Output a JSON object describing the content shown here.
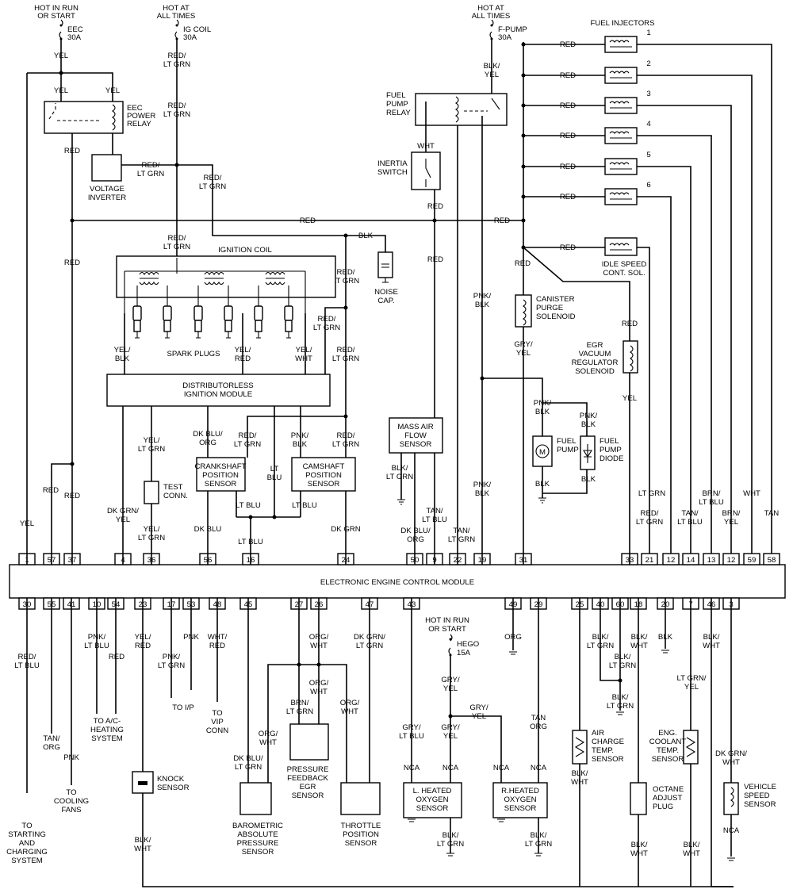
{
  "ecm": {
    "title": "ELECTRONIC ENGINE CONTROL MODULE"
  },
  "power": {
    "eec": {
      "source": [
        "HOT IN RUN",
        "OR START"
      ],
      "fuse": [
        "EEC",
        "30A"
      ]
    },
    "ig": {
      "source": [
        "HOT AT",
        "ALL TIMES"
      ],
      "fuse": [
        "IG COIL",
        "30A"
      ]
    },
    "fp": {
      "source": [
        "HOT AT",
        "ALL TIMES"
      ],
      "fuse": [
        "F-PUMP",
        "30A"
      ]
    },
    "hego": {
      "source": [
        "HOT IN RUN",
        "OR START"
      ],
      "fuse": [
        "HEGO",
        "15A"
      ]
    }
  },
  "components": {
    "eec_relay": [
      "EEC",
      "POWER",
      "RELAY"
    ],
    "voltage_inverter": [
      "VOLTAGE",
      "INVERTER"
    ],
    "fuel_pump_relay": [
      "FUEL",
      "PUMP",
      "RELAY"
    ],
    "inertia_switch": [
      "INERTIA",
      "SWITCH"
    ],
    "fuel_injectors": "FUEL INJECTORS",
    "idle_speed": [
      "IDLE SPEED",
      "CONT. SOL."
    ],
    "ignition_coil": "IGNITION COIL",
    "spark_plugs": "SPARK PLUGS",
    "noise_cap": [
      "NOISE",
      "CAP."
    ],
    "canister": [
      "CANISTER",
      "PURGE",
      "SOLENOID"
    ],
    "egr_vacuum": [
      "EGR",
      "VACUUM",
      "REGULATOR",
      "SOLENOID"
    ],
    "dis_module": [
      "DISTRIBUTORLESS",
      "IGNITION MODULE"
    ],
    "crank": [
      "CRANKSHAFT",
      "POSITION",
      "SENSOR"
    ],
    "cam": [
      "CAMSHAFT",
      "POSITION",
      "SENSOR"
    ],
    "test_conn": [
      "TEST",
      "CONN."
    ],
    "maf": [
      "MASS AIR",
      "FLOW",
      "SENSOR"
    ],
    "fuel_pump": [
      "FUEL",
      "PUMP"
    ],
    "fuel_pump_diode": [
      "FUEL",
      "PUMP",
      "DIODE"
    ],
    "knock": [
      "KNOCK",
      "SENSOR"
    ],
    "baro": [
      "BAROMETRIC",
      "ABSOLUTE",
      "PRESSURE",
      "SENSOR"
    ],
    "pfe": [
      "PRESSURE",
      "FEEDBACK",
      "EGR",
      "SENSOR"
    ],
    "tps": [
      "THROTTLE",
      "POSITION",
      "SENSOR"
    ],
    "l_hego": [
      "L. HEATED",
      "OXYGEN",
      "SENSOR"
    ],
    "r_hego": [
      "R.HEATED",
      "OXYGEN",
      "SENSOR"
    ],
    "act": [
      "AIR",
      "CHARGE",
      "TEMP.",
      "SENSOR"
    ],
    "octane": [
      "OCTANE",
      "ADJUST",
      "PLUG"
    ],
    "ect": [
      "ENG.",
      "COOLANT",
      "TEMP.",
      "SENSOR"
    ],
    "vss": [
      "VEHICLE",
      "SPEED",
      "SENSOR"
    ]
  },
  "destinations": {
    "starting": [
      "TO",
      "STARTING",
      "AND",
      "CHARGING",
      "SYSTEM"
    ],
    "cooling": [
      "TO",
      "COOLING",
      "FANS"
    ],
    "ac": [
      "TO A/C-",
      "HEATING",
      "SYSTEM"
    ],
    "ip": [
      "TO I/P"
    ],
    "vip": [
      "TO",
      "VIP",
      "CONN"
    ]
  },
  "injector_numbers": [
    "1",
    "2",
    "3",
    "4",
    "5",
    "6"
  ],
  "top_pins": [
    "1",
    "57",
    "37",
    "4",
    "36",
    "56",
    "16",
    "24",
    "50",
    "9",
    "22",
    "19",
    "31",
    "33",
    "21",
    "12",
    "14",
    "13",
    "12",
    "59",
    "58"
  ],
  "bottom_pins": [
    "30",
    "55",
    "41",
    "10",
    "54",
    "23",
    "17",
    "53",
    "48",
    "45",
    "27",
    "26",
    "47",
    "43",
    "49",
    "29",
    "25",
    "40",
    "60",
    "18",
    "20",
    "7",
    "46",
    "3"
  ],
  "wire_labels": {
    "yel": "YEL",
    "red": "RED",
    "blk": "BLK",
    "wht": "WHT",
    "pnk": "PNK",
    "org": "ORG",
    "nca": "NCA",
    "red_ltgrn": [
      "RED/",
      "LT GRN"
    ],
    "blk_yel": [
      "BLK/",
      "YEL"
    ],
    "yel_blk": [
      "YEL/",
      "BLK"
    ],
    "yel_red": [
      "YEL/",
      "RED"
    ],
    "yel_wht": [
      "YEL/",
      "WHT"
    ],
    "yel_ltgrn": [
      "YEL/",
      "LT GRN"
    ],
    "dkblu_org": [
      "DK BLU/",
      "ORG"
    ],
    "pnk_blk": [
      "PNK/",
      "BLK"
    ],
    "lt_blu": [
      "LT",
      "BLU"
    ],
    "lt_blu_1": "LT BLU",
    "dk_blu": "DK BLU",
    "dk_grn": "DK GRN",
    "dkgrn_yel": [
      "DK GRN/",
      "YEL"
    ],
    "blk_ltgrn": [
      "BLK/",
      "LT GRN"
    ],
    "tan_ltblu": [
      "TAN/",
      "LT BLU"
    ],
    "tan_ltgrn": [
      "TAN/",
      "LT GRN"
    ],
    "gry_yel": [
      "GRY/",
      "YEL"
    ],
    "lt_grn": "LT GRN",
    "brn_ltblu": [
      "BRN/",
      "LT BLU"
    ],
    "brn_yel": [
      "BRN/",
      "YEL"
    ],
    "tan": "TAN",
    "red_ltblu": [
      "RED/",
      "LT BLU"
    ],
    "tan_org": [
      "TAN/",
      "ORG"
    ],
    "pnk_ltblu": [
      "PNK/",
      "LT BLU"
    ],
    "pnk_ltgrn": [
      "PNK/",
      "LT GRN"
    ],
    "wht_red": [
      "WHT/",
      "RED"
    ],
    "dkblu_ltgrn": [
      "DK BLU/",
      "LT GRN"
    ],
    "org_wht": [
      "ORG/",
      "WHT"
    ],
    "brn_ltgrn": [
      "BRN/",
      "LT GRN"
    ],
    "dkgrn_ltgrn": [
      "DK GRN/",
      "LT GRN"
    ],
    "gry_ltblu": [
      "GRY/",
      "LT BLU"
    ],
    "tan_org2": [
      "TAN",
      "ORG"
    ],
    "blk_wht": [
      "BLK/",
      "WHT"
    ],
    "ltgrn_yel": [
      "LT GRN/",
      "YEL"
    ],
    "dkgrn_wht": [
      "DK GRN/",
      "WHT"
    ]
  }
}
